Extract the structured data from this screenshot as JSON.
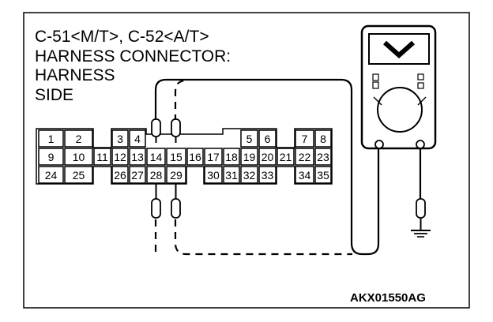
{
  "title_lines": [
    "C-51<M/T>, C-52<A/T>",
    "HARNESS CONNECTOR:",
    "HARNESS",
    "SIDE"
  ],
  "figure_code": "AKX01550AG",
  "connector": {
    "row1": [
      "1",
      "2",
      "",
      "3",
      "4",
      "",
      "",
      "",
      "",
      "",
      "5",
      "6",
      "",
      "7",
      "8"
    ],
    "row2": [
      "9",
      "10",
      "11",
      "12",
      "13",
      "14",
      "15",
      "16",
      "17",
      "18",
      "19",
      "20",
      "21",
      "22",
      "23"
    ],
    "row3": [
      "24",
      "25",
      "",
      "26",
      "27",
      "28",
      "29",
      "",
      "30",
      "31",
      "32",
      "33",
      "",
      "34",
      "35"
    ]
  },
  "icons": {
    "meter": "multimeter-icon",
    "ground": "ground-icon",
    "probe": "test-probe-icon"
  }
}
